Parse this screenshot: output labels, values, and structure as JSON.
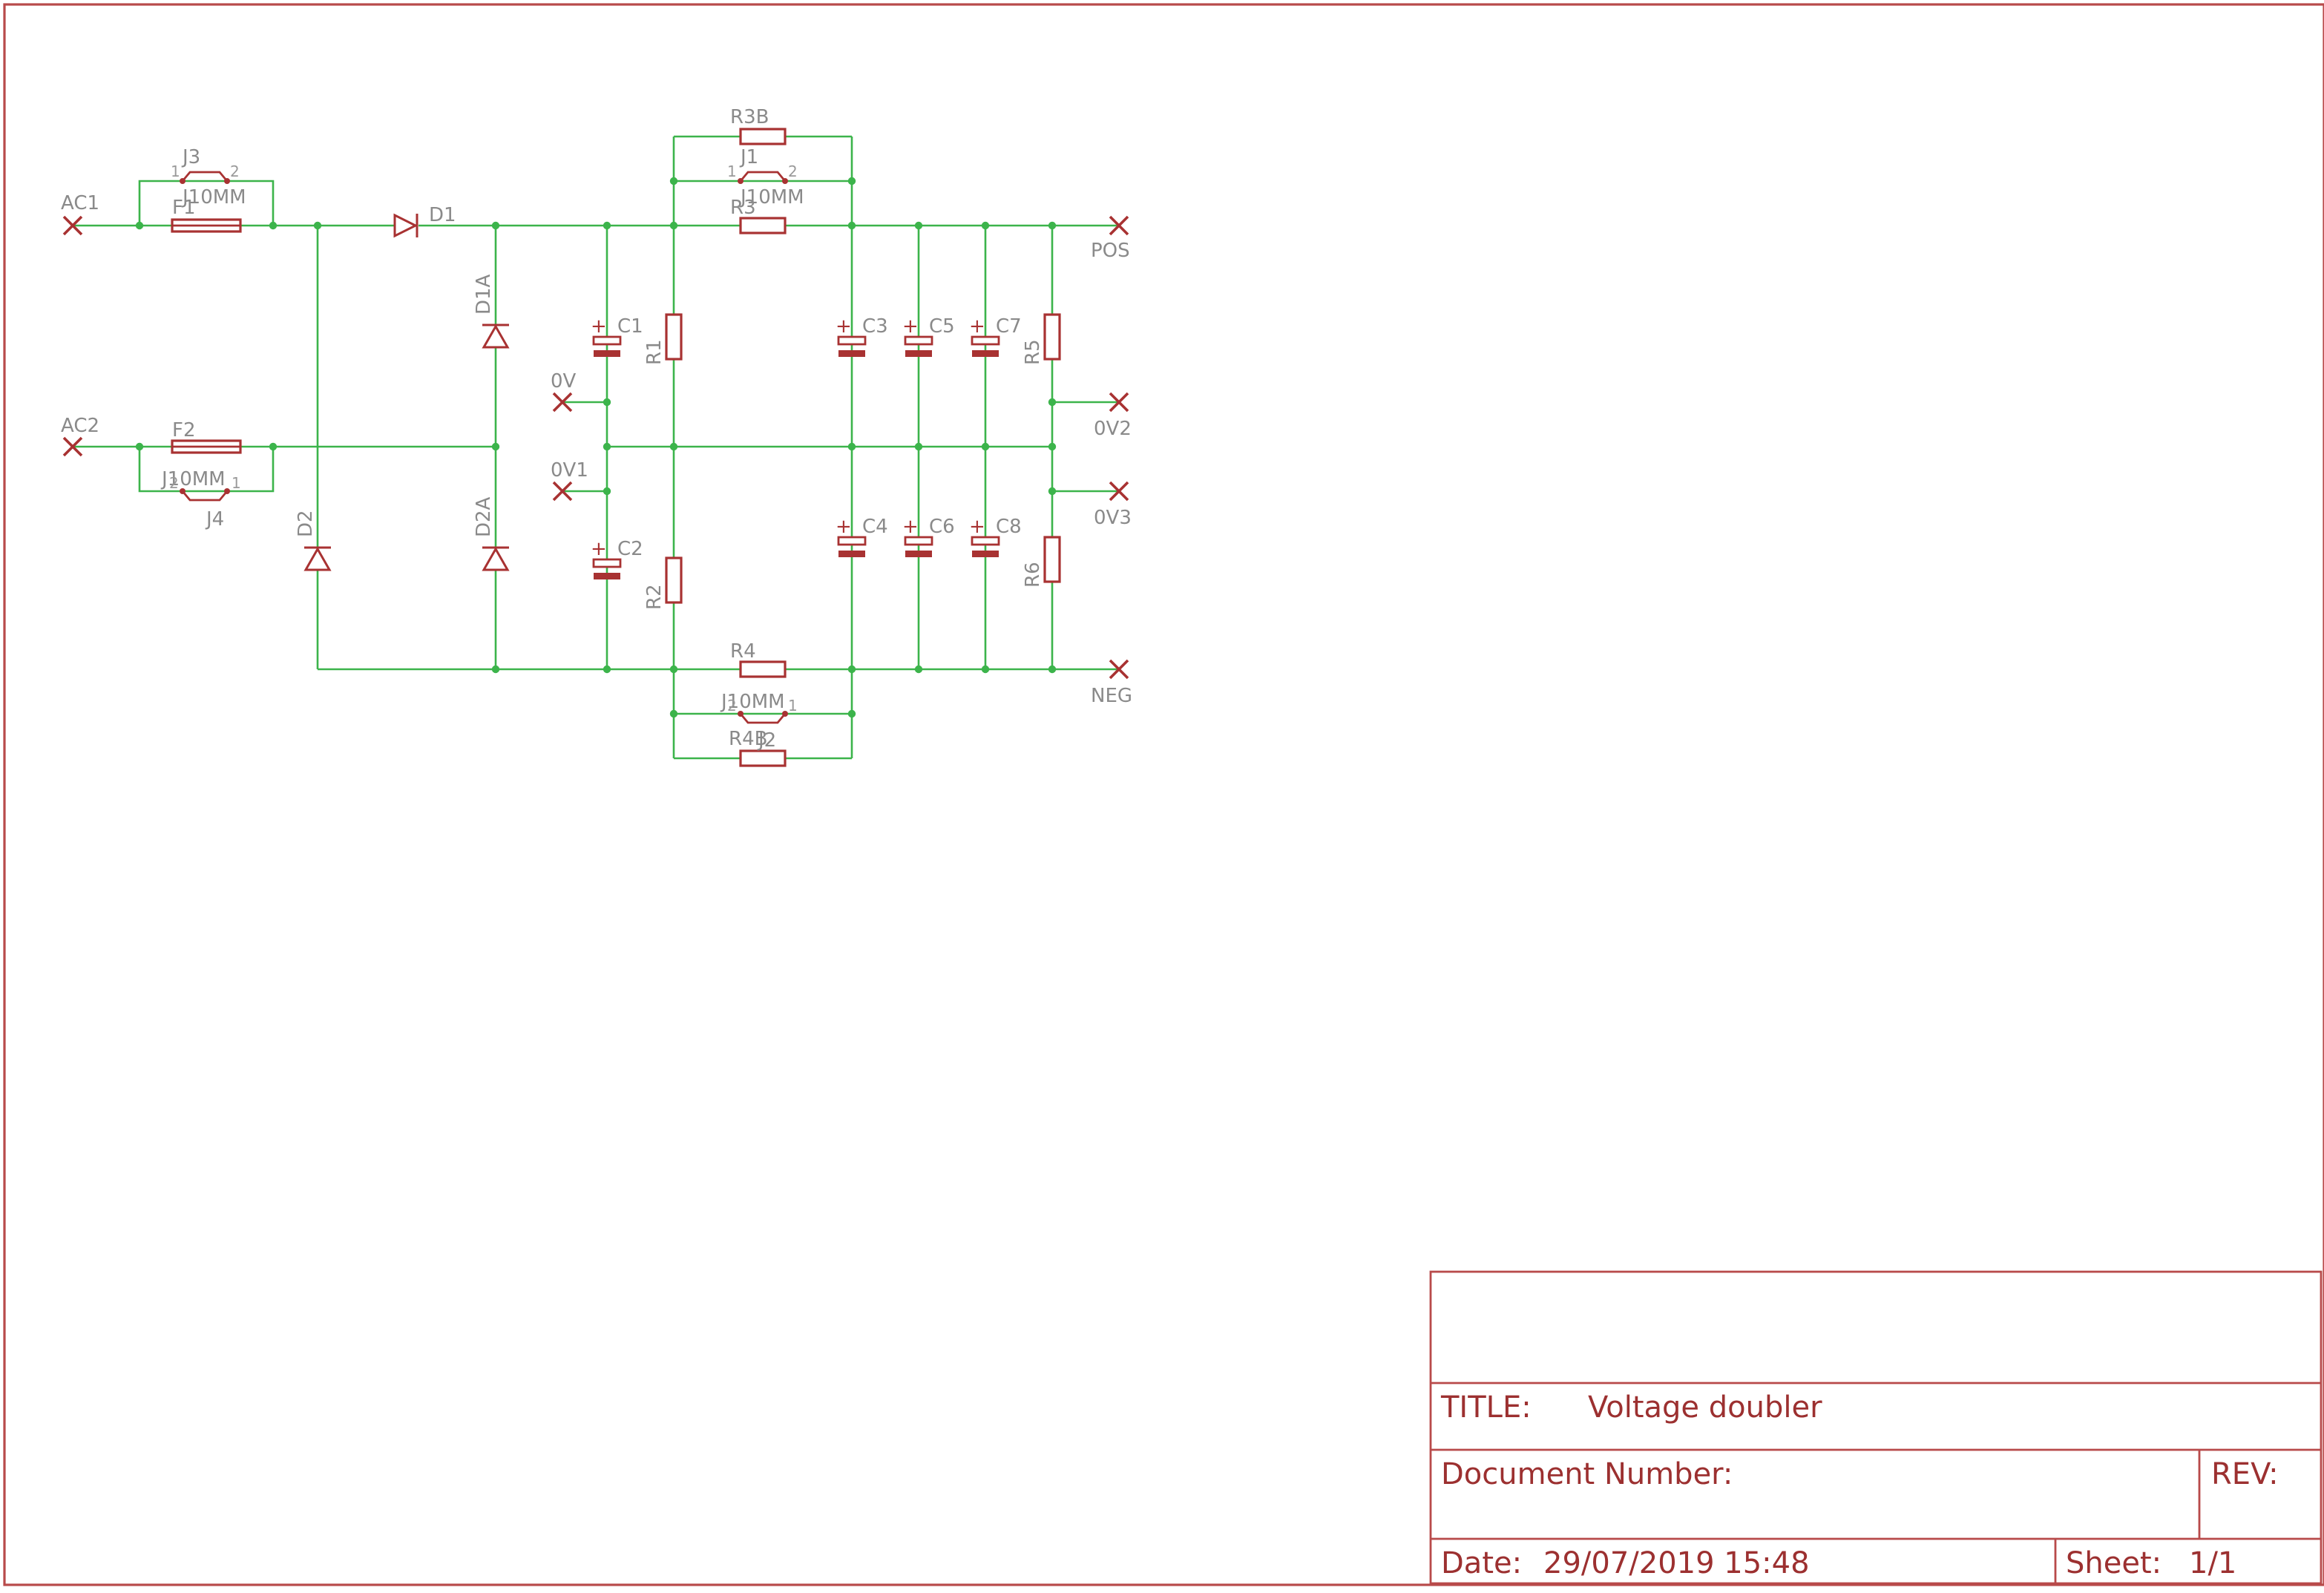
{
  "schematic": {
    "ports": {
      "ac1": "AC1",
      "ac2": "AC2",
      "pos": "POS",
      "neg": "NEG",
      "zero_v": "0V",
      "zero_v1": "0V1",
      "zero_v2": "0V2",
      "zero_v3": "0V3"
    },
    "components": {
      "j3": "J3",
      "j3_value": "J10MM",
      "j4": "J4",
      "j4_value": "J10MM",
      "j1": "J1",
      "j1_value": "J10MM",
      "j2": "J2",
      "j2_value": "J10MM",
      "f1": "F1",
      "f2": "F2",
      "d1": "D1",
      "d1a": "D1A",
      "d2": "D2",
      "d2a": "D2A",
      "c1": "C1",
      "c2": "C2",
      "c3": "C3",
      "c4": "C4",
      "c5": "C5",
      "c6": "C6",
      "c7": "C7",
      "c8": "C8",
      "r1": "R1",
      "r2": "R2",
      "r3": "R3",
      "r3b": "R3B",
      "r4": "R4",
      "r4b": "R4B",
      "r5": "R5",
      "r6": "R6"
    },
    "pin_numbers": {
      "one": "1",
      "two": "2"
    },
    "polarity_mark": "+",
    "colors": {
      "wire": "#3cb44b",
      "symbol": "#a83232",
      "frame": "#b84a4a",
      "label": "#8a8a8a"
    }
  },
  "title_block": {
    "title_label": "TITLE:",
    "title_value": "Voltage doubler",
    "document_number_label": "Document Number:",
    "rev_label": "REV:",
    "date_label": "Date:",
    "date_value": "29/07/2019 15:48",
    "sheet_label": "Sheet:",
    "sheet_value": "1/1"
  }
}
